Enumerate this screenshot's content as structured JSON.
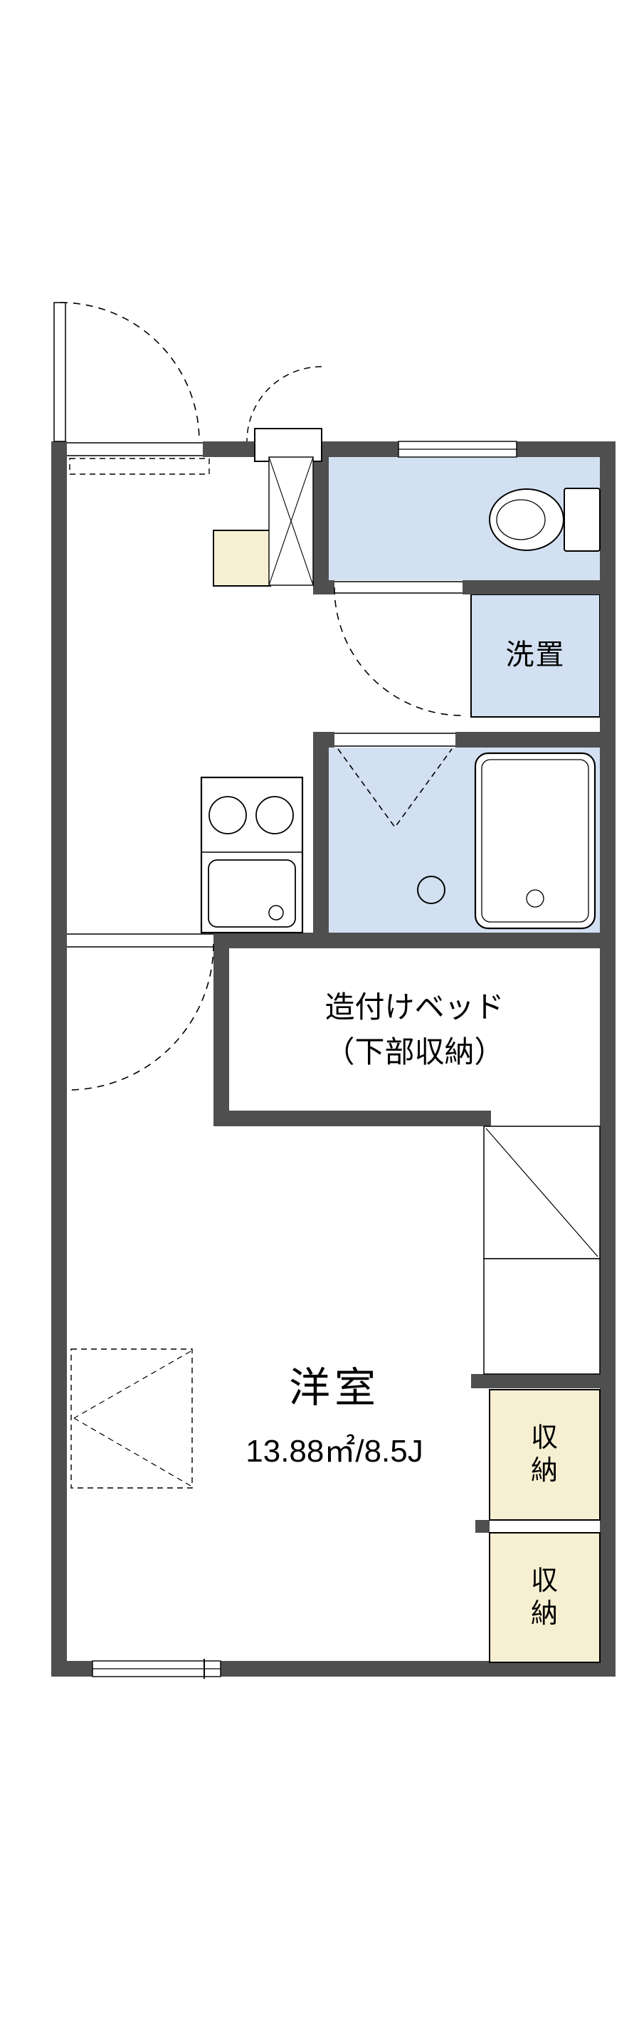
{
  "plan": {
    "rooms": {
      "laundry_label": "洗置",
      "bed_label_line1": "造付けベッド",
      "bed_label_line2": "（下部収納）",
      "main_room_name": "洋室",
      "main_room_area": "13.88㎡/8.5J",
      "storage_upper_label": "収納",
      "storage_lower_label": "収納"
    },
    "colors": {
      "wall": "#4f4f4f",
      "water": "#d2e0f2",
      "storage": "#f7efd2",
      "line": "#000000",
      "background": "#ffffff"
    }
  }
}
